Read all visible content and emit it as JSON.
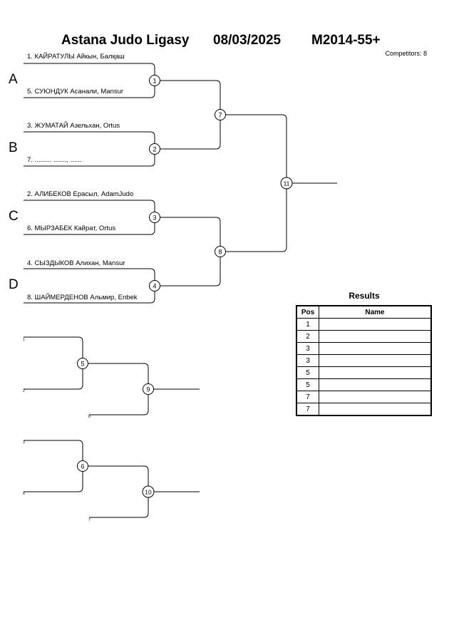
{
  "header": {
    "event": "Astana Judo Ligasy",
    "date": "08/03/2025",
    "category": "M2014-55+",
    "competitors": "Competitors: 8"
  },
  "pools": [
    "A",
    "B",
    "C",
    "D"
  ],
  "competitors": [
    "1. КАЙРАТУЛЫ Айкын, Балқаш",
    "5. СУЮНДУК Асанали, Mansur",
    "3. ЖУМАТАЙ Азельхан, Ortus",
    "7. ......... ......., ......",
    "2. АЛИБЕКОВ Ерасыл, AdamJudo",
    "6. МЫРЗАБЕК Кайрат, Ortus",
    "4. СЫЗДЫКОВ Алихан, Mansur",
    "8. ШАЙМЕРДЕНОВ Альмир, Enbek"
  ],
  "matches": [
    "1",
    "2",
    "3",
    "4",
    "5",
    "6",
    "7",
    "8",
    "9",
    "10",
    "11"
  ],
  "repechage_labels": [
    "1",
    "2",
    "8",
    "3",
    "4",
    "7"
  ],
  "results": {
    "title": "Results",
    "pos_header": "Pos",
    "name_header": "Name",
    "rows": [
      {
        "pos": "1",
        "name": ""
      },
      {
        "pos": "2",
        "name": ""
      },
      {
        "pos": "3",
        "name": ""
      },
      {
        "pos": "3",
        "name": ""
      },
      {
        "pos": "5",
        "name": ""
      },
      {
        "pos": "5",
        "name": ""
      },
      {
        "pos": "7",
        "name": ""
      },
      {
        "pos": "7",
        "name": ""
      }
    ]
  }
}
